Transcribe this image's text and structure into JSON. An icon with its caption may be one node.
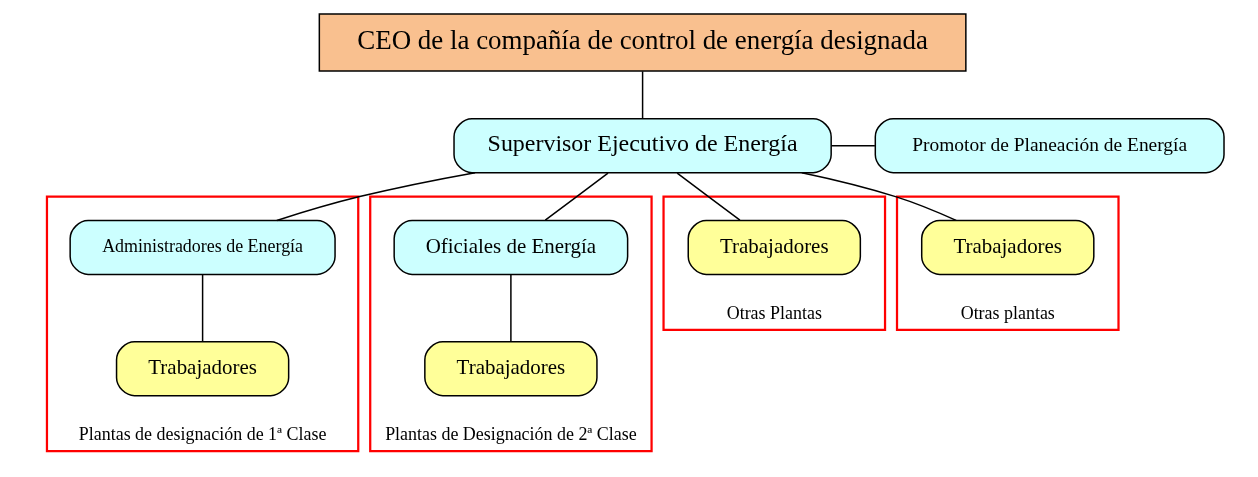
{
  "diagram": {
    "nodes": [
      {
        "text": [
          "CEO de la compañía de control de energía designada"
        ]
      },
      {
        "text": [
          "Supervisor Ejecutivo de Energía"
        ]
      },
      {
        "text": [
          "Promotor de Planeación de Energía"
        ]
      },
      {
        "text": [
          "Plantas de designación de 1ª Clase"
        ]
      },
      {
        "text": [
          "Administradores de Energía"
        ],
        "in": 3
      },
      {
        "text": [
          "Trabajadores"
        ],
        "in": 3
      },
      {
        "text": [
          "Plantas de Designación de 2ª Clase"
        ]
      },
      {
        "text": [
          "Oficiales de Energía"
        ],
        "in": 6
      },
      {
        "text": [
          "Trabajadores"
        ],
        "in": 6
      },
      {
        "text": [
          "Otras Plantas"
        ]
      },
      {
        "text": [
          "Trabajadores"
        ],
        "in": 9
      },
      {
        "text": [
          "Otras plantas"
        ]
      },
      {
        "text": [
          "Trabajadores"
        ],
        "in": 11
      }
    ],
    "edges": [
      {
        "from": 0,
        "to": 1,
        "arrow": "none"
      },
      {
        "from": 1,
        "to": 2,
        "arrow": "none"
      },
      {
        "from": 1,
        "to": 4,
        "arrow": "none"
      },
      {
        "from": 1,
        "to": 7,
        "arrow": "none"
      },
      {
        "from": 1,
        "to": 10,
        "arrow": "none"
      },
      {
        "from": 1,
        "to": 12,
        "arrow": "none"
      },
      {
        "from": 4,
        "to": 5,
        "arrow": "none"
      },
      {
        "from": 7,
        "to": 8,
        "arrow": "none"
      }
    ]
  }
}
